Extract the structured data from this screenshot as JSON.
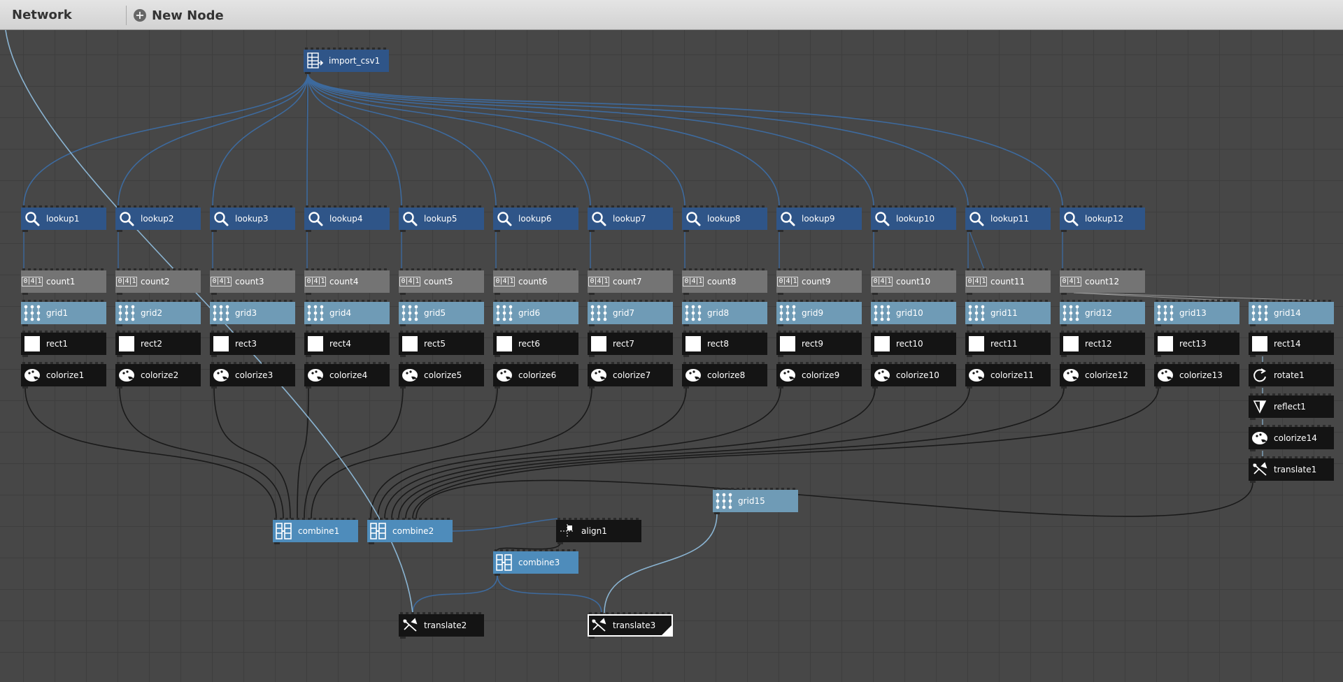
{
  "app": {
    "panel_title": "Network",
    "new_node_label": "New Node"
  },
  "nodes": {
    "import_csv1": "import_csv1",
    "lookup": [
      "lookup1",
      "lookup2",
      "lookup3",
      "lookup4",
      "lookup5",
      "lookup6",
      "lookup7",
      "lookup8",
      "lookup9",
      "lookup10",
      "lookup11",
      "lookup12"
    ],
    "count": [
      "count1",
      "count2",
      "count3",
      "count4",
      "count5",
      "count6",
      "count7",
      "count8",
      "count9",
      "count10",
      "count11",
      "count12"
    ],
    "grid": [
      "grid1",
      "grid2",
      "grid3",
      "grid4",
      "grid5",
      "grid6",
      "grid7",
      "grid8",
      "grid9",
      "grid10",
      "grid11",
      "grid12",
      "grid13",
      "grid14"
    ],
    "rect": [
      "rect1",
      "rect2",
      "rect3",
      "rect4",
      "rect5",
      "rect6",
      "rect7",
      "rect8",
      "rect9",
      "rect10",
      "rect11",
      "rect12",
      "rect13",
      "rect14"
    ],
    "colorize": [
      "colorize1",
      "colorize2",
      "colorize3",
      "colorize4",
      "colorize5",
      "colorize6",
      "colorize7",
      "colorize8",
      "colorize9",
      "colorize10",
      "colorize11",
      "colorize12",
      "colorize13"
    ],
    "rotate1": "rotate1",
    "reflect1": "reflect1",
    "colorize14": "colorize14",
    "translate1": "translate1",
    "grid15": "grid15",
    "combine1": "combine1",
    "combine2": "combine2",
    "align1": "align1",
    "combine3": "combine3",
    "translate2": "translate2",
    "translate3": "translate3",
    "selected_node": "translate3"
  },
  "colors": {
    "lookup": "#2f5588",
    "count": "#747474",
    "grid": "#6f9bb6",
    "dark": "#141414",
    "combine": "#4e8cbb",
    "wire_blue": "#3d6a9e",
    "wire_dark": "#1a1a1a",
    "wire_light": "#8ab4d2"
  }
}
